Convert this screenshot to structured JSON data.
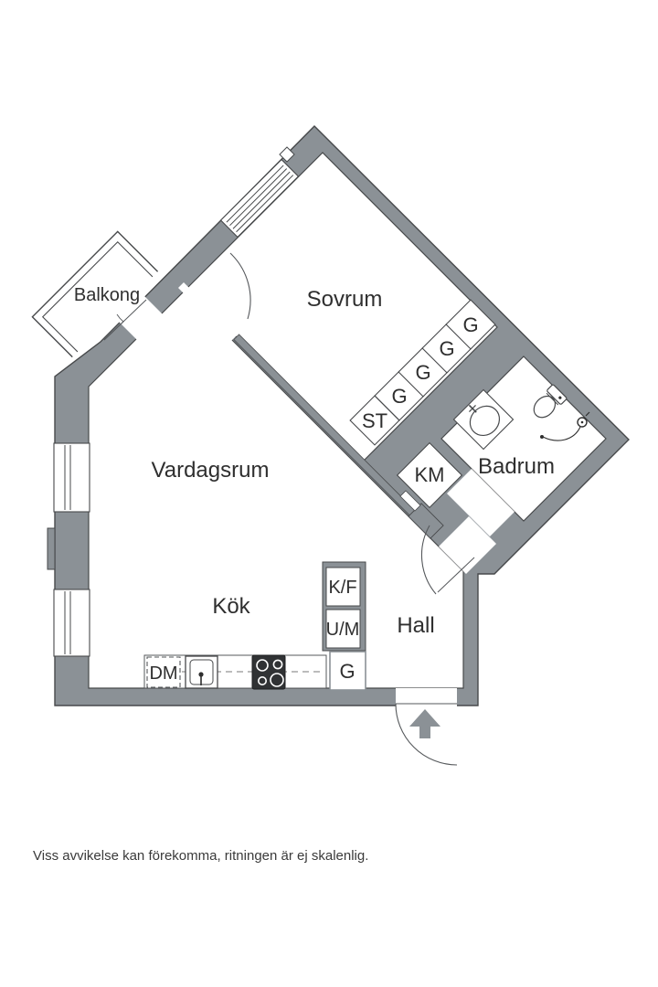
{
  "floorplan": {
    "rooms": [
      {
        "name": "Balkong"
      },
      {
        "name": "Sovrum"
      },
      {
        "name": "Vardagsrum"
      },
      {
        "name": "Badrum"
      },
      {
        "name": "Kök"
      },
      {
        "name": "Hall"
      }
    ],
    "closets": {
      "st": "ST",
      "g": "G",
      "km": "KM"
    },
    "kitchen": {
      "fridge_freezer": "K/F",
      "oven_micro": "U/M",
      "dishwasher": "DM",
      "closet": "G"
    },
    "icons": [
      "toilet-icon",
      "bathroom-sink-icon",
      "shower-icon",
      "kitchen-sink-icon",
      "stove-icon",
      "dishwasher-icon",
      "washing-machine-niche",
      "entrance-arrow-icon"
    ],
    "colors": {
      "wall": "#8b9196",
      "outline": "#47494b",
      "text": "#2f2f2f",
      "background": "#ffffff"
    }
  },
  "footer": {
    "disclaimer": "Viss avvikelse kan förekomma, ritningen är ej skalenlig."
  }
}
